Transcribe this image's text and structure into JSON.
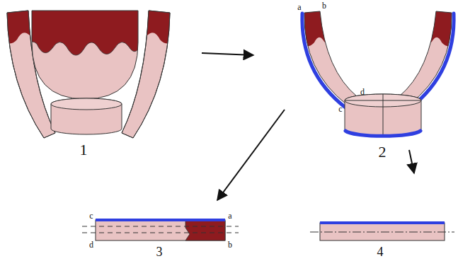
{
  "diagram": {
    "labels": [
      "1",
      "a",
      "b",
      "d",
      "c",
      "2",
      "c",
      "a",
      "d",
      "b",
      "3",
      "4"
    ]
  }
}
